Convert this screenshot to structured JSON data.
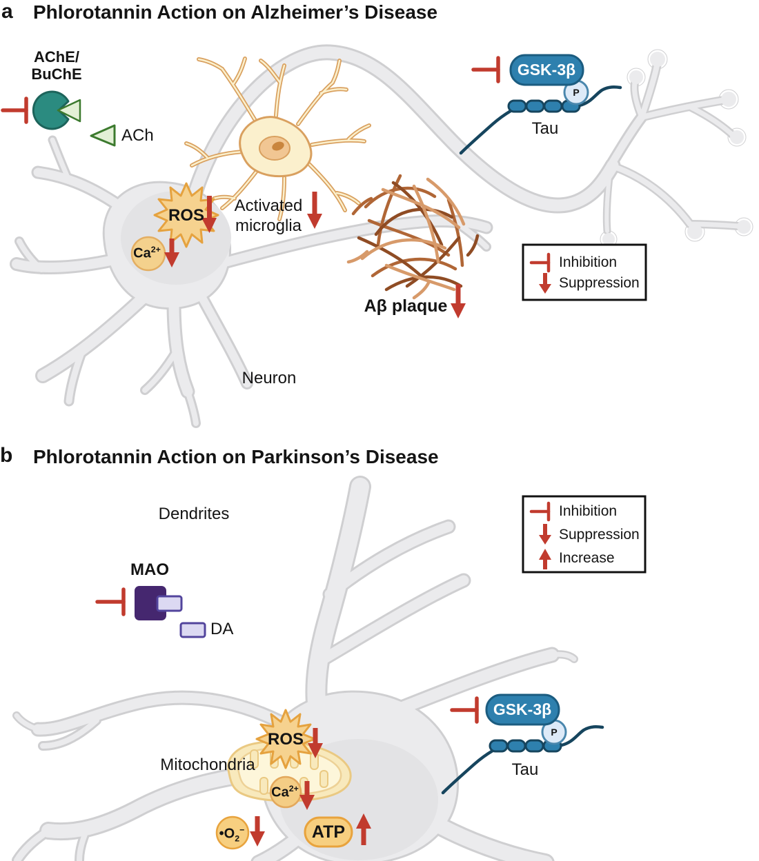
{
  "figure": {
    "colors": {
      "inhibit_red": "#c13b2e",
      "enzyme_teal": "#2b8b80",
      "ach_green_border": "#3c7a2e",
      "ach_green_fill": "#e3f0d6",
      "gsk_blue": "#2e80ae",
      "tau_navy": "#16455e",
      "p_circle_fill": "#ddeaf8",
      "mao_purple": "#45276f",
      "da_lavender": "#dcd9f2",
      "organelle_yellow": "#f7cf80",
      "star_orange": "#f6d28f",
      "neuron_gray": "#ebebed",
      "neuron_outline": "#cfcfd1",
      "microglia_tan": "#d9a05f",
      "plaque_brown": "#b06636"
    },
    "panel_a": {
      "index_label": "a",
      "title": "Phlorotannin Action on Alzheimer’s Disease",
      "enzyme": {
        "line1": "AChE/",
        "line2": "BuChE"
      },
      "ach_label": "ACh",
      "microglia": {
        "line1": "Activated",
        "line2": "microglia"
      },
      "ros_label": "ROS",
      "ca_label": {
        "base": "Ca",
        "sup": "2+"
      },
      "abeta_label": "Aβ plaque",
      "gsk_label": "GSK-3β",
      "p_label": "P",
      "tau_label": "Tau",
      "neuron_label": "Neuron",
      "legend": {
        "items": [
          {
            "icon": "inhibition-tbar",
            "label": "Inhibition"
          },
          {
            "icon": "suppression-arrow",
            "label": "Suppression"
          }
        ]
      }
    },
    "panel_b": {
      "index_label": "b",
      "title": "Phlorotannin Action on Parkinson’s Disease",
      "dendrites_label": "Dendrites",
      "mao_label": "MAO",
      "da_label": "DA",
      "mitochondria_label": "Mitochondria",
      "ros_label": "ROS",
      "ca_label": {
        "base": "Ca",
        "sup": "2+"
      },
      "superoxide_label": {
        "base": "•O",
        "sub": "2",
        "sup": "−"
      },
      "atp_label": "ATP",
      "gsk_label": "GSK-3β",
      "p_label": "P",
      "tau_label": "Tau",
      "legend": {
        "items": [
          {
            "icon": "inhibition-tbar",
            "label": "Inhibition"
          },
          {
            "icon": "suppression-arrow",
            "label": "Suppression"
          },
          {
            "icon": "increase-arrow",
            "label": "Increase"
          }
        ]
      }
    }
  }
}
